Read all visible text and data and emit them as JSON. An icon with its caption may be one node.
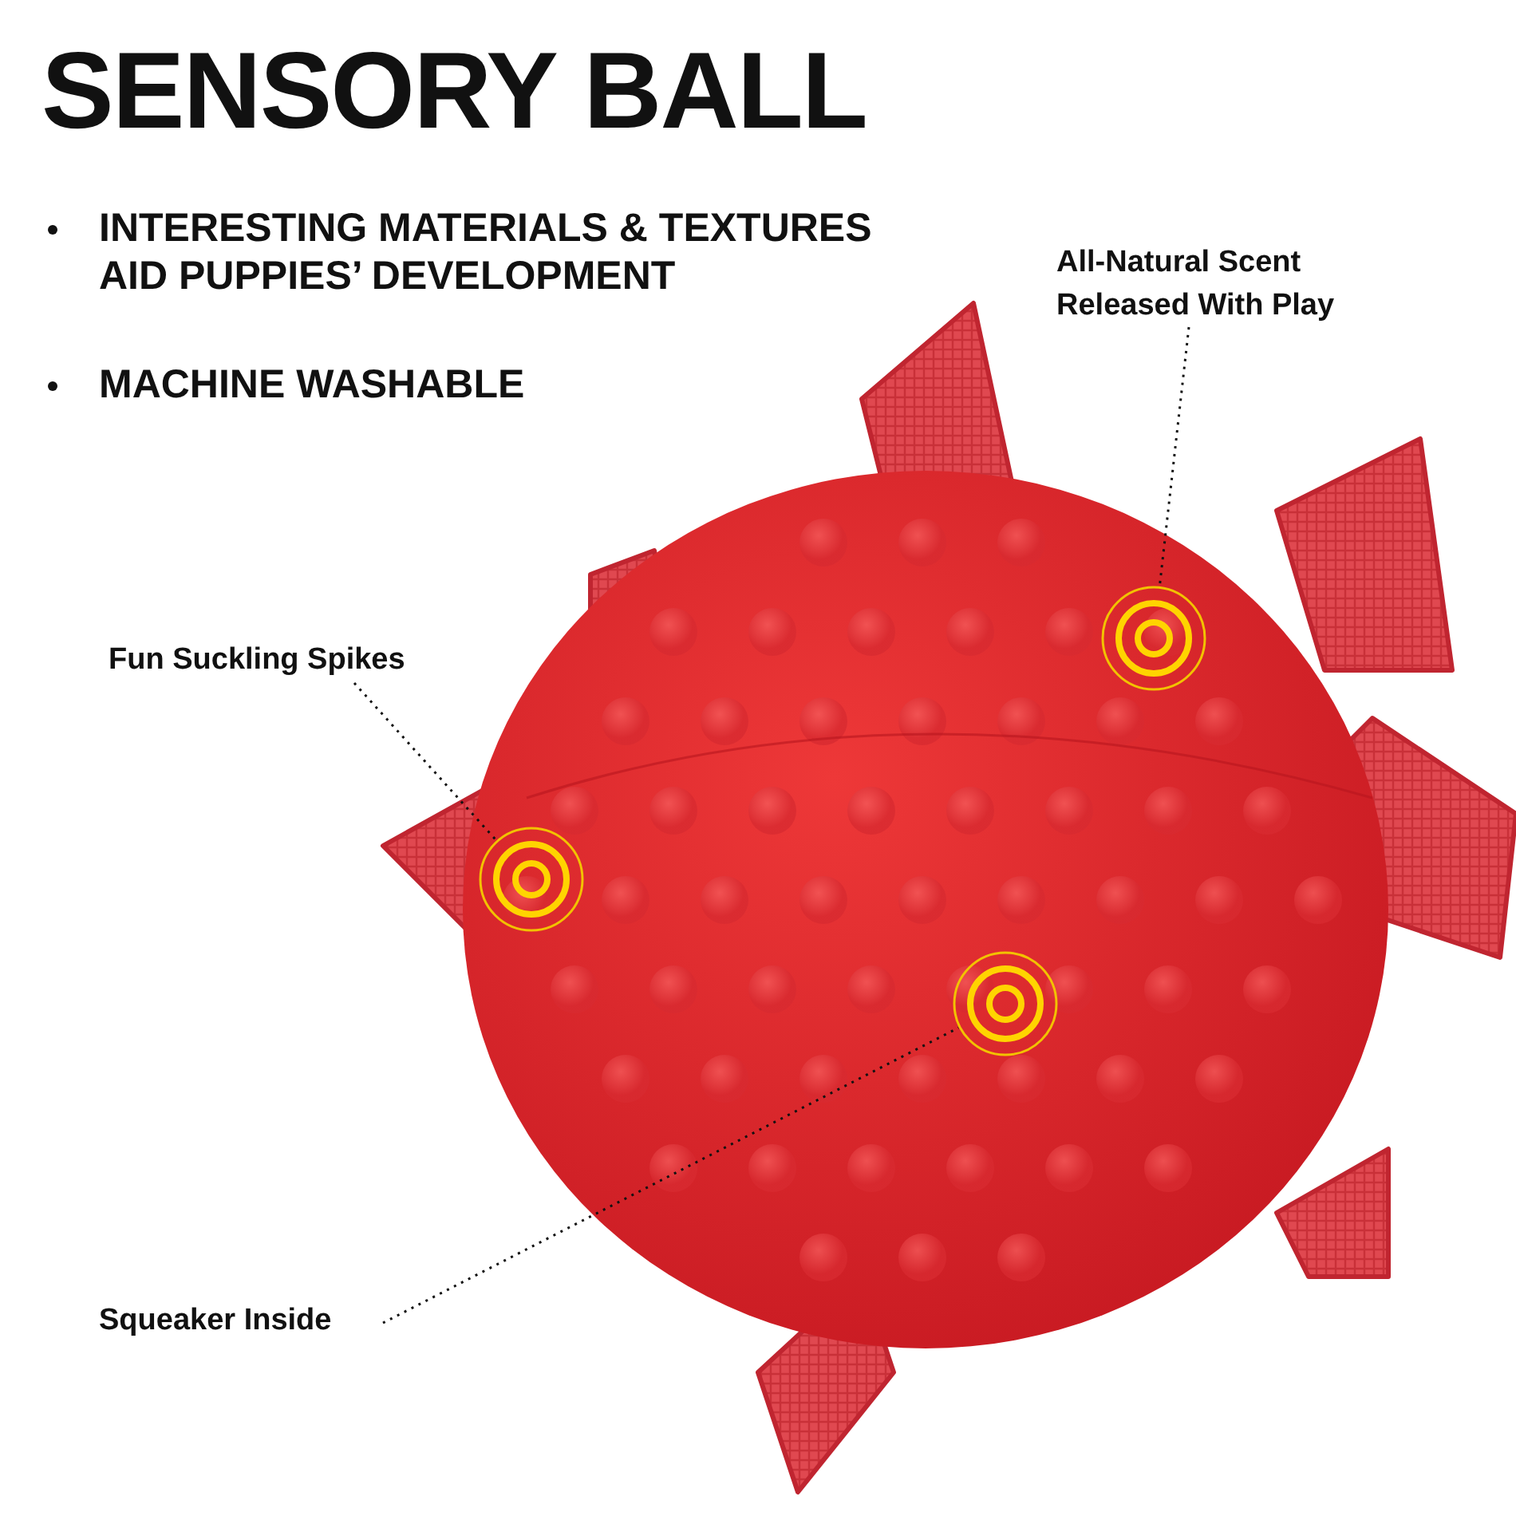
{
  "diagram": {
    "title": "SENSORY BALL",
    "nodes": [
      {
        "text": [
          "All-Natural Scent Released With Play"
        ]
      },
      {
        "text": [],
        "shape": "circle"
      },
      {
        "text": [
          "Fun Suckling Spikes"
        ]
      },
      {
        "text": [],
        "shape": "circle"
      },
      {
        "text": [
          "Squeaker Inside"
        ]
      },
      {
        "text": [],
        "shape": "circle"
      }
    ],
    "edges": [
      {
        "from": 0,
        "to": 1,
        "arrow": "none"
      },
      {
        "from": 2,
        "to": 3,
        "arrow": "none"
      },
      {
        "from": 4,
        "to": 5,
        "arrow": "none"
      }
    ],
    "labels": [
      "INTERESTING MATERIALS & TEXTURES AID PUPPIES’ DEVELOPMENT",
      "MACHINE WASHABLE"
    ]
  }
}
